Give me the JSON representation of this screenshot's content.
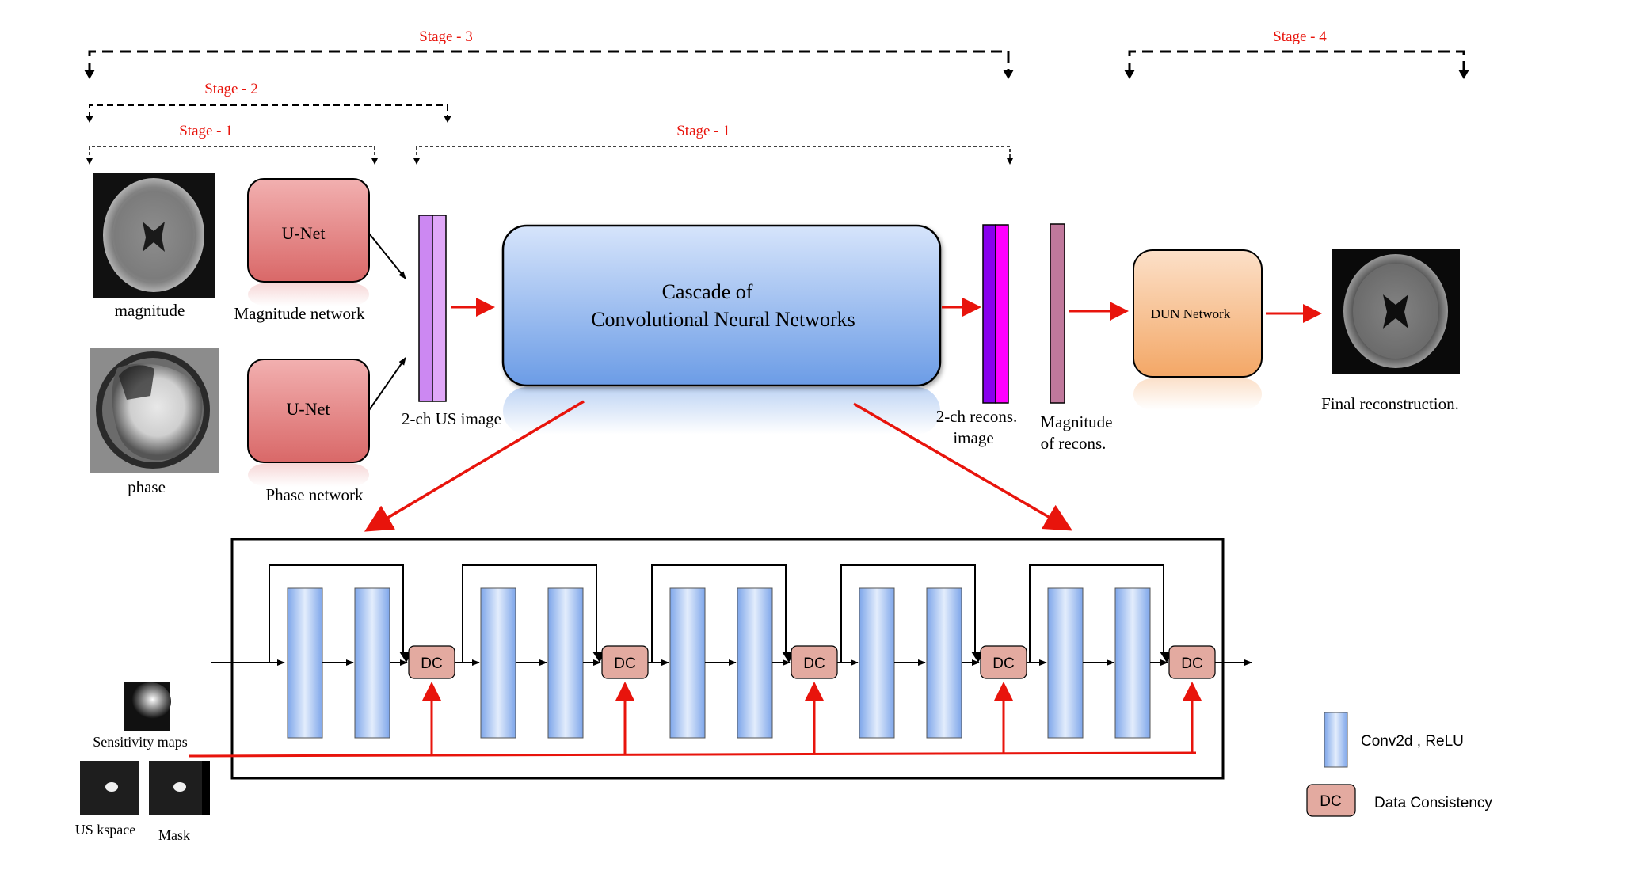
{
  "stages": {
    "stage3": "Stage - 3",
    "stage2": "Stage - 2",
    "stage1_left": "Stage - 1",
    "stage1_right": "Stage - 1",
    "stage4": "Stage - 4"
  },
  "inputs": {
    "magnitude_label": "magnitude",
    "phase_label": "phase"
  },
  "networks": {
    "unet_top": "U-Net",
    "unet_bottom": "U-Net",
    "magnitude_network": "Magnitude network",
    "phase_network": "Phase network",
    "us_image": "2-ch US image",
    "cascade_line1": "Cascade of",
    "cascade_line2": "Convolutional Neural Networks",
    "recons_line1": "2-ch recons.",
    "recons_line2": "image",
    "magnitude_recons_line1": "Magnitude",
    "magnitude_recons_line2": "of recons.",
    "dun": "DUN Network",
    "final": "Final reconstruction."
  },
  "detail": {
    "dc_label": "DC",
    "sensitivity_maps": "Sensitivity maps",
    "us_kspace": "US kspace",
    "mask": "Mask"
  },
  "legend": {
    "conv": "Conv2d , ReLU",
    "dc_symbol": "DC",
    "dc": "Data Consistency"
  },
  "colors": {
    "stage_text": "#e8140c",
    "red_arrow": "#e8140c",
    "unet_fill": "#e58a8a",
    "cascade_fill": "#6f9fe6",
    "dun_fill": "#f5b27a",
    "dc_fill": "#e3aaa0",
    "us_channel_1": "#cc88f2",
    "us_channel_2": "#e0a8f8",
    "recons_channel_1": "#8800ee",
    "recons_channel_2": "#ff00ff",
    "magnitude_bar": "#c0789c"
  }
}
